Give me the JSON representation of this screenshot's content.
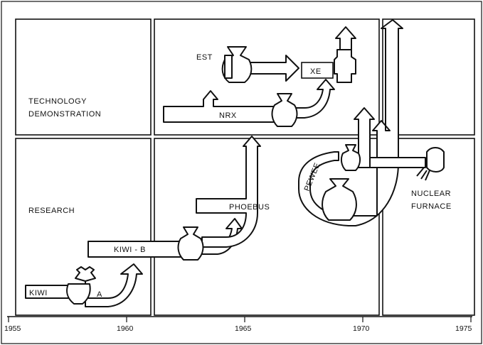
{
  "regions": {
    "technology_demonstration": [
      "TECHNOLOGY",
      "DEMONSTRATION"
    ],
    "research": "RESEARCH"
  },
  "programs": {
    "kiwi": "KIWI",
    "kiwi_a": "A",
    "kiwi_b": "KIWI - B",
    "phoebus": "PHOEBUS",
    "pewee": "PEWEE",
    "nrx": "NRX",
    "est": "EST",
    "xe": "XE",
    "nuclear_furnace": [
      "NUCLEAR",
      "FURNACE"
    ]
  },
  "axis": {
    "ticks": [
      "1955",
      "1960",
      "1965",
      "1970",
      "1975"
    ]
  },
  "colors": {
    "line": "#111111",
    "background": "#ffffff"
  }
}
